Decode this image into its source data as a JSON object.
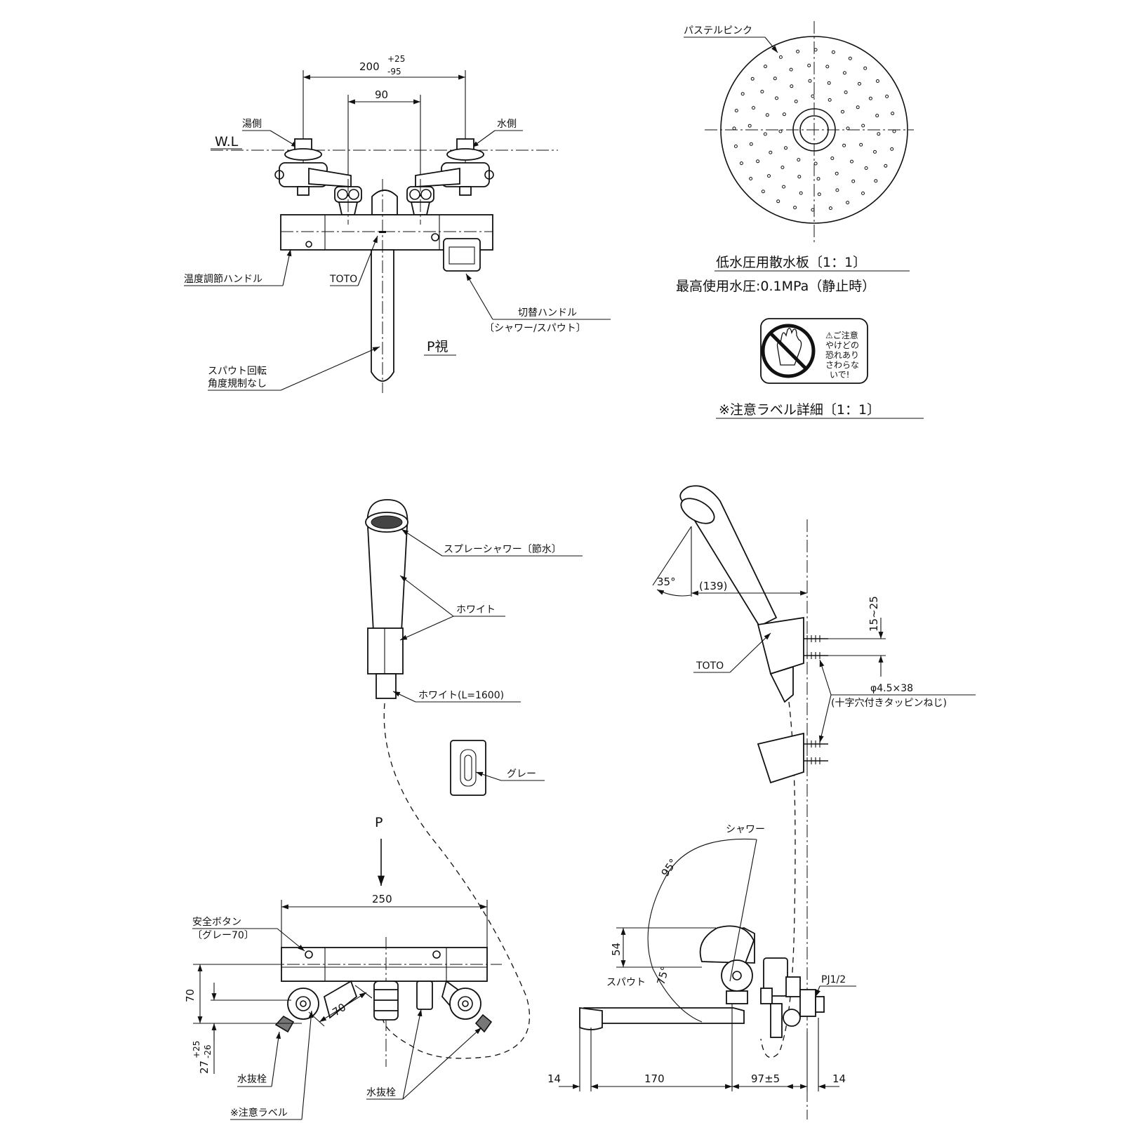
{
  "top_left": {
    "dim_200": "200",
    "tol_plus25": "+25",
    "tol_minus95": "-95",
    "dim_90": "90",
    "wl": "W.L",
    "hot_side": "湯側",
    "cold_side": "水側",
    "temp_handle": "温度調節ハンドル",
    "toto": "TOTO",
    "switch_handle": "切替ハンドル",
    "switch_handle_sub": "〔シャワー/スパウト〕",
    "p_view": "P視",
    "spout_rotation_1": "スパウト回転",
    "spout_rotation_2": "角度規制なし"
  },
  "top_right": {
    "pastel_pink": "パステルピンク",
    "plate_title": "低水圧用散水板〔1：1〕",
    "max_pressure": "最高使用水圧:0.1MPa（静止時）",
    "caution_label_title": "※注意ラベル詳細〔1：1〕",
    "caution_lines": [
      "⚠ご注意",
      "やけどの",
      "恐れあり",
      "さわらな",
      "いで!"
    ]
  },
  "bottom_left": {
    "spray_shower": "スプレーシャワー〔節水〕",
    "white": "ホワイト",
    "white_hose": "ホワイト(L=1600)",
    "grey": "グレー",
    "p": "P",
    "dim_250": "250",
    "safety_button": "安全ボタン",
    "safety_button_sub": "〔グレー70〕",
    "dim_70_v": "70",
    "dim_70_d": "70",
    "dim_27": "27",
    "tol_27_plus": "+25",
    "tol_27_minus": "-26",
    "drain_plug_1": "水抜栓",
    "drain_plug_2": "水抜栓",
    "caution_label": "※注意ラベル"
  },
  "bottom_right": {
    "angle_35": "35°",
    "dim_139": "(139)",
    "dim_15_25": "15~25",
    "toto": "TOTO",
    "screw_spec": "φ4.5×38",
    "screw_spec_sub": "(十字穴付きタッピンねじ)",
    "shower": "シャワー",
    "angle_95": "95°",
    "dim_54": "54",
    "spout": "スパウト",
    "angle_75": "75°",
    "pj": "PJ1/2",
    "dim_14_left": "14",
    "dim_170": "170",
    "dim_97": "97±5",
    "dim_14_right": "14"
  }
}
